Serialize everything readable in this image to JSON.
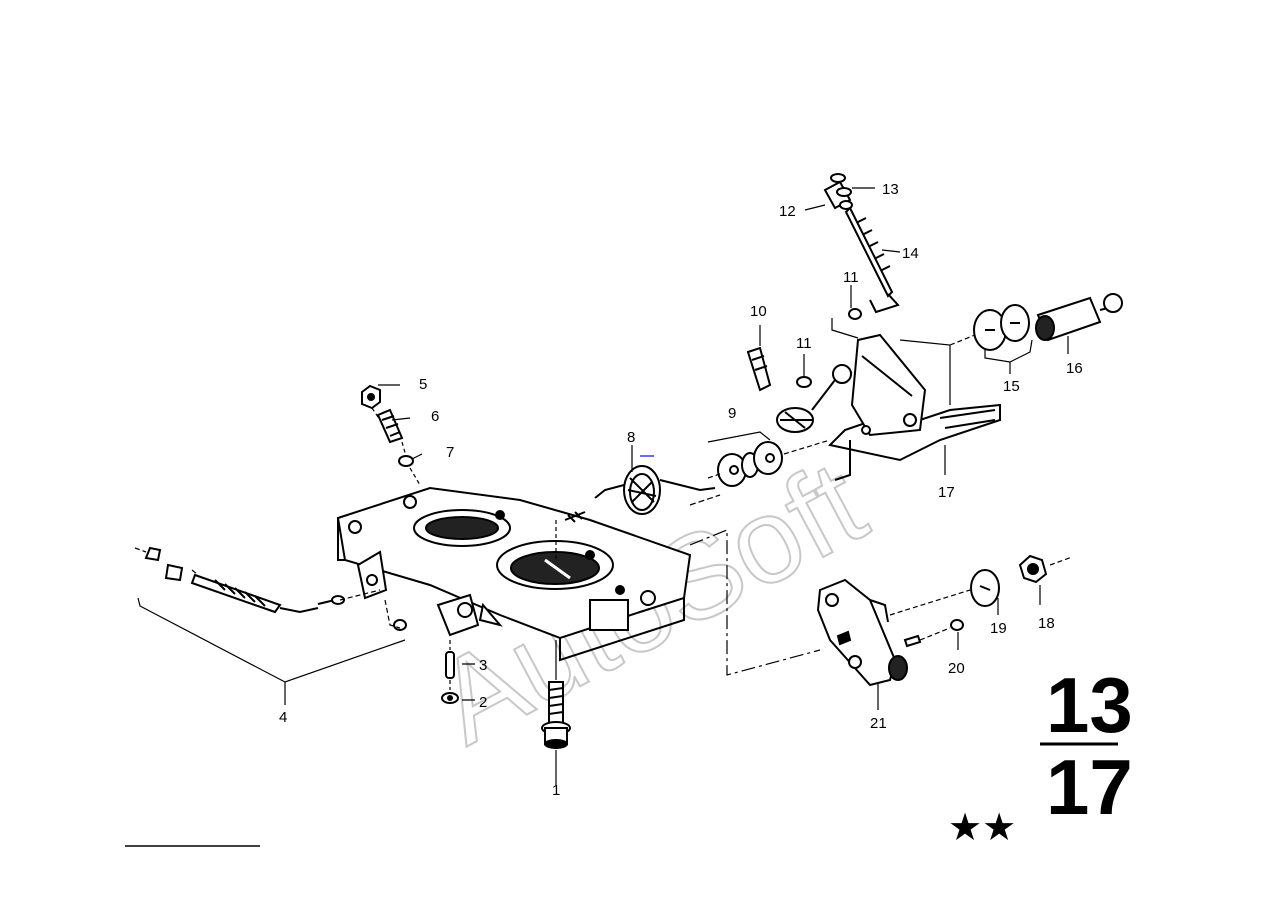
{
  "watermark": "AutoSoft",
  "group_number": {
    "top": "13",
    "bottom": "17"
  },
  "stars": "★★",
  "callouts": [
    {
      "id": "1",
      "text": "1"
    },
    {
      "id": "2",
      "text": "2"
    },
    {
      "id": "3",
      "text": "3"
    },
    {
      "id": "4",
      "text": "4"
    },
    {
      "id": "5",
      "text": "5"
    },
    {
      "id": "6",
      "text": "6"
    },
    {
      "id": "7",
      "text": "7"
    },
    {
      "id": "8",
      "text": "8"
    },
    {
      "id": "9",
      "text": "9"
    },
    {
      "id": "10",
      "text": "10"
    },
    {
      "id": "11a",
      "text": "11"
    },
    {
      "id": "11b",
      "text": "11"
    },
    {
      "id": "12",
      "text": "12"
    },
    {
      "id": "13",
      "text": "13"
    },
    {
      "id": "14",
      "text": "14"
    },
    {
      "id": "15",
      "text": "15"
    },
    {
      "id": "16",
      "text": "16"
    },
    {
      "id": "17",
      "text": "17"
    },
    {
      "id": "18",
      "text": "18"
    },
    {
      "id": "19",
      "text": "19"
    },
    {
      "id": "20",
      "text": "20"
    },
    {
      "id": "21",
      "text": "21"
    }
  ]
}
